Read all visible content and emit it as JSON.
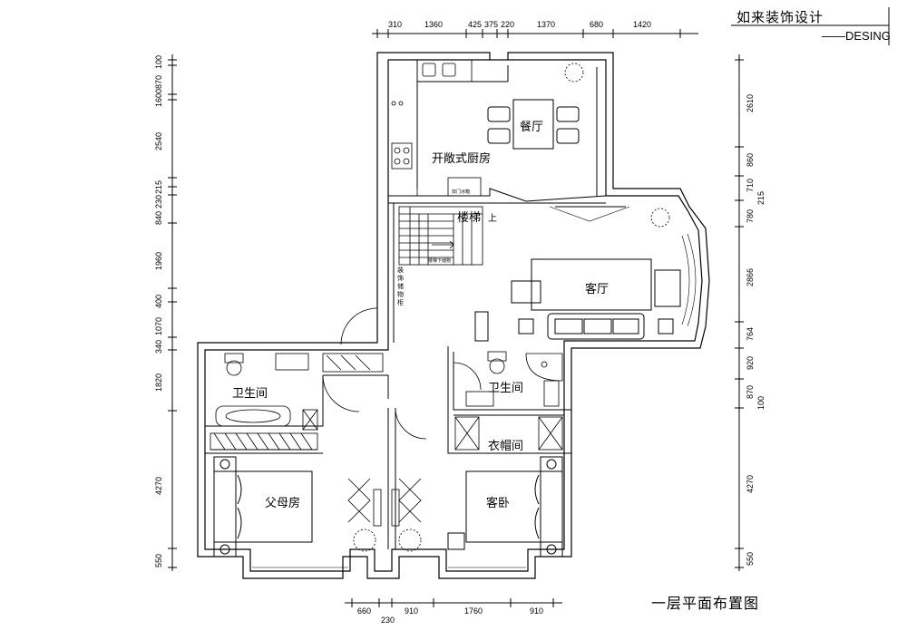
{
  "title_block": {
    "company": "如来装饰设计",
    "tagline": "——DESING"
  },
  "caption": "一层平面布置图",
  "rooms": {
    "dining": "餐厅",
    "open_kitchen": "开敞式厨房",
    "stairs": "楼梯",
    "stairs_up": "上",
    "living": "客厅",
    "bath_left": "卫生间",
    "bath_right": "卫生间",
    "cloakroom": "衣帽间",
    "parents_room": "父母房",
    "guest_room": "客卧",
    "fridge": "双门冰箱",
    "under_stair": "楼梯下储物",
    "cabinet": "装饰储物柜"
  },
  "dimensions": {
    "top": [
      "310",
      "1360",
      "425",
      "375",
      "220",
      "1370",
      "680",
      "1420"
    ],
    "bottom": [
      "660",
      "230",
      "910",
      "1760",
      "910"
    ],
    "left": [
      "100",
      "870",
      "1600",
      "2540",
      "215",
      "230",
      "840",
      "1960",
      "400",
      "1070",
      "340",
      "1820",
      "4270",
      "550"
    ],
    "right": [
      "2610",
      "860",
      "710",
      "215",
      "780",
      "2866",
      "764",
      "920",
      "870",
      "100",
      "4270",
      "550"
    ]
  }
}
